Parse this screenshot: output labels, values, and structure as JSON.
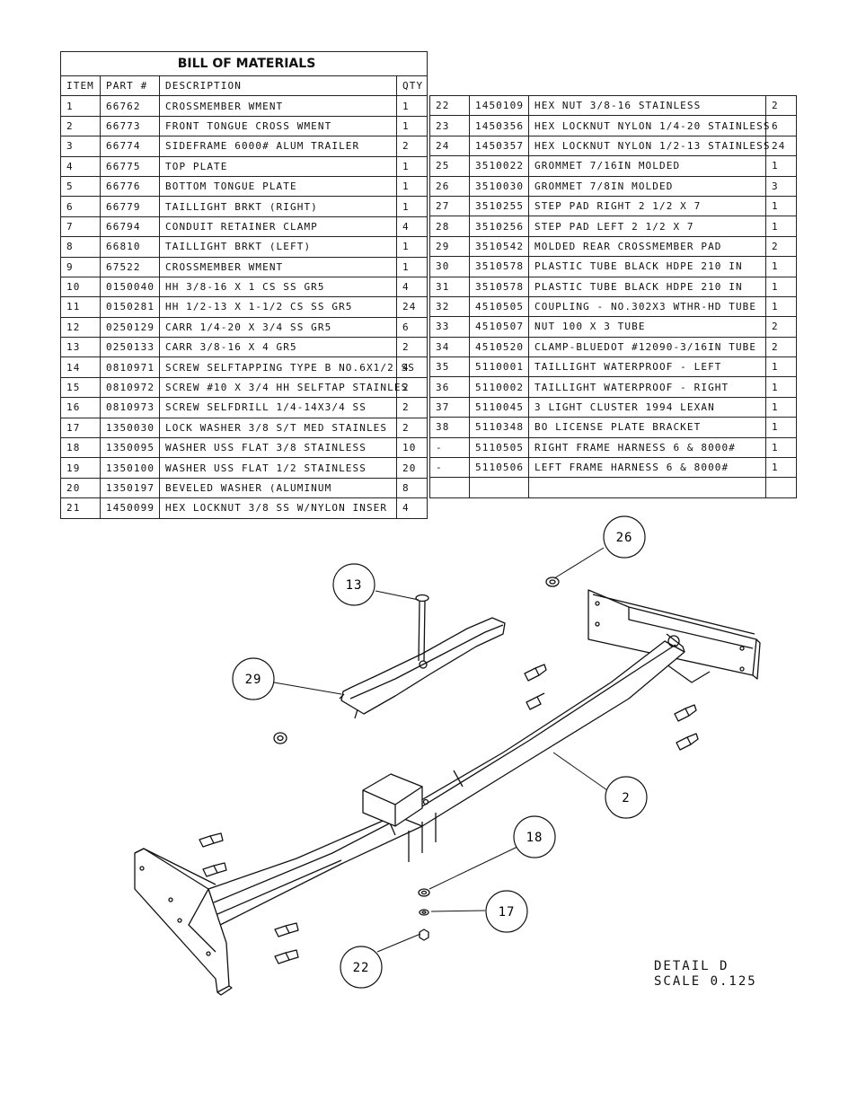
{
  "bom": {
    "title": "BILL OF MATERIALS",
    "headers": [
      "ITEM",
      "PART #",
      "DESCRIPTION",
      "QTY"
    ],
    "left_rows": [
      [
        "1",
        "66762",
        "CROSSMEMBER WMENT",
        "1"
      ],
      [
        "2",
        "66773",
        "FRONT TONGUE CROSS WMENT",
        "1"
      ],
      [
        "3",
        "66774",
        "SIDEFRAME 6000# ALUM TRAILER",
        "2"
      ],
      [
        "4",
        "66775",
        "TOP PLATE",
        "1"
      ],
      [
        "5",
        "66776",
        "BOTTOM TONGUE PLATE",
        "1"
      ],
      [
        "6",
        "66779",
        "TAILLIGHT BRKT (RIGHT)",
        "1"
      ],
      [
        "7",
        "66794",
        "CONDUIT RETAINER CLAMP",
        "4"
      ],
      [
        "8",
        "66810",
        "TAILLIGHT BRKT (LEFT)",
        "1"
      ],
      [
        "9",
        "67522",
        "CROSSMEMBER WMENT",
        "1"
      ],
      [
        "10",
        "0150040",
        "HH 3/8-16 X 1 CS SS GR5",
        "4"
      ],
      [
        "11",
        "0150281",
        "HH 1/2-13 X 1-1/2 CS SS GR5",
        "24"
      ],
      [
        "12",
        "0250129",
        "CARR 1/4-20 X 3/4 SS GR5",
        "6"
      ],
      [
        "13",
        "0250133",
        "CARR 3/8-16 X 4 GR5",
        "2"
      ],
      [
        "14",
        "0810971",
        "SCREW SELFTAPPING TYPE B NO.6X1/2 SS",
        "4"
      ],
      [
        "15",
        "0810972",
        "SCREW #10 X 3/4 HH SELFTAP STAINLES",
        "2"
      ],
      [
        "16",
        "0810973",
        "SCREW SELFDRILL  1/4-14X3/4 SS",
        "2"
      ],
      [
        "17",
        "1350030",
        "LOCK WASHER 3/8 S/T MED STAINLES",
        "2"
      ],
      [
        "18",
        "1350095",
        "WASHER USS FLAT 3/8 STAINLESS",
        "10"
      ],
      [
        "19",
        "1350100",
        "WASHER USS FLAT 1/2 STAINLESS",
        "20"
      ],
      [
        "20",
        "1350197",
        "BEVELED WASHER (ALUMINUM",
        "8"
      ],
      [
        "21",
        "1450099",
        "HEX LOCKNUT 3/8 SS W/NYLON INSER",
        "4"
      ]
    ],
    "right_rows": [
      [
        "22",
        "1450109",
        "HEX NUT 3/8-16 STAINLESS",
        "2"
      ],
      [
        "23",
        "1450356",
        "HEX LOCKNUT NYLON 1/4-20 STAINLESS",
        "6"
      ],
      [
        "24",
        "1450357",
        "HEX LOCKNUT NYLON 1/2-13 STAINLESS",
        "24"
      ],
      [
        "25",
        "3510022",
        "GROMMET  7/16IN MOLDED",
        "1"
      ],
      [
        "26",
        "3510030",
        "GROMMET  7/8IN MOLDED",
        "3"
      ],
      [
        "27",
        "3510255",
        "STEP PAD  RIGHT  2 1/2 X  7",
        "1"
      ],
      [
        "28",
        "3510256",
        "STEP PAD  LEFT  2 1/2 X  7",
        "1"
      ],
      [
        "29",
        "3510542",
        "MOLDED REAR CROSSMEMBER PAD",
        "2"
      ],
      [
        "30",
        "3510578",
        "PLASTIC TUBE BLACK HDPE 210 IN",
        "1"
      ],
      [
        "31",
        "3510578",
        "PLASTIC TUBE BLACK HDPE 210 IN",
        "1"
      ],
      [
        "32",
        "4510505",
        "COUPLING - NO.302X3 WTHR-HD TUBE",
        "1"
      ],
      [
        "33",
        "4510507",
        "NUT  100 X 3 TUBE",
        "2"
      ],
      [
        "34",
        "4510520",
        "CLAMP-BLUEDOT #12090-3/16IN TUBE",
        "2"
      ],
      [
        "35",
        "5110001",
        "TAILLIGHT WATERPROOF - LEFT",
        "1"
      ],
      [
        "36",
        "5110002",
        "TAILLIGHT WATERPROOF - RIGHT",
        "1"
      ],
      [
        "37",
        "5110045",
        "3 LIGHT CLUSTER  1994  LEXAN",
        "1"
      ],
      [
        "38",
        "5110348",
        "BO LICENSE PLATE BRACKET",
        "1"
      ],
      [
        "-",
        "5110505",
        "RIGHT FRAME HARNESS 6 & 8000#",
        "1"
      ],
      [
        "-",
        "5110506",
        "LEFT FRAME HARNESS 6 & 8000#",
        "1"
      ],
      [
        "",
        "",
        "",
        ""
      ]
    ]
  },
  "callouts": [
    "26",
    "13",
    "29",
    "2",
    "18",
    "17",
    "22"
  ],
  "detail": {
    "line1": "DETAIL  D",
    "line2": "SCALE  0.125"
  }
}
